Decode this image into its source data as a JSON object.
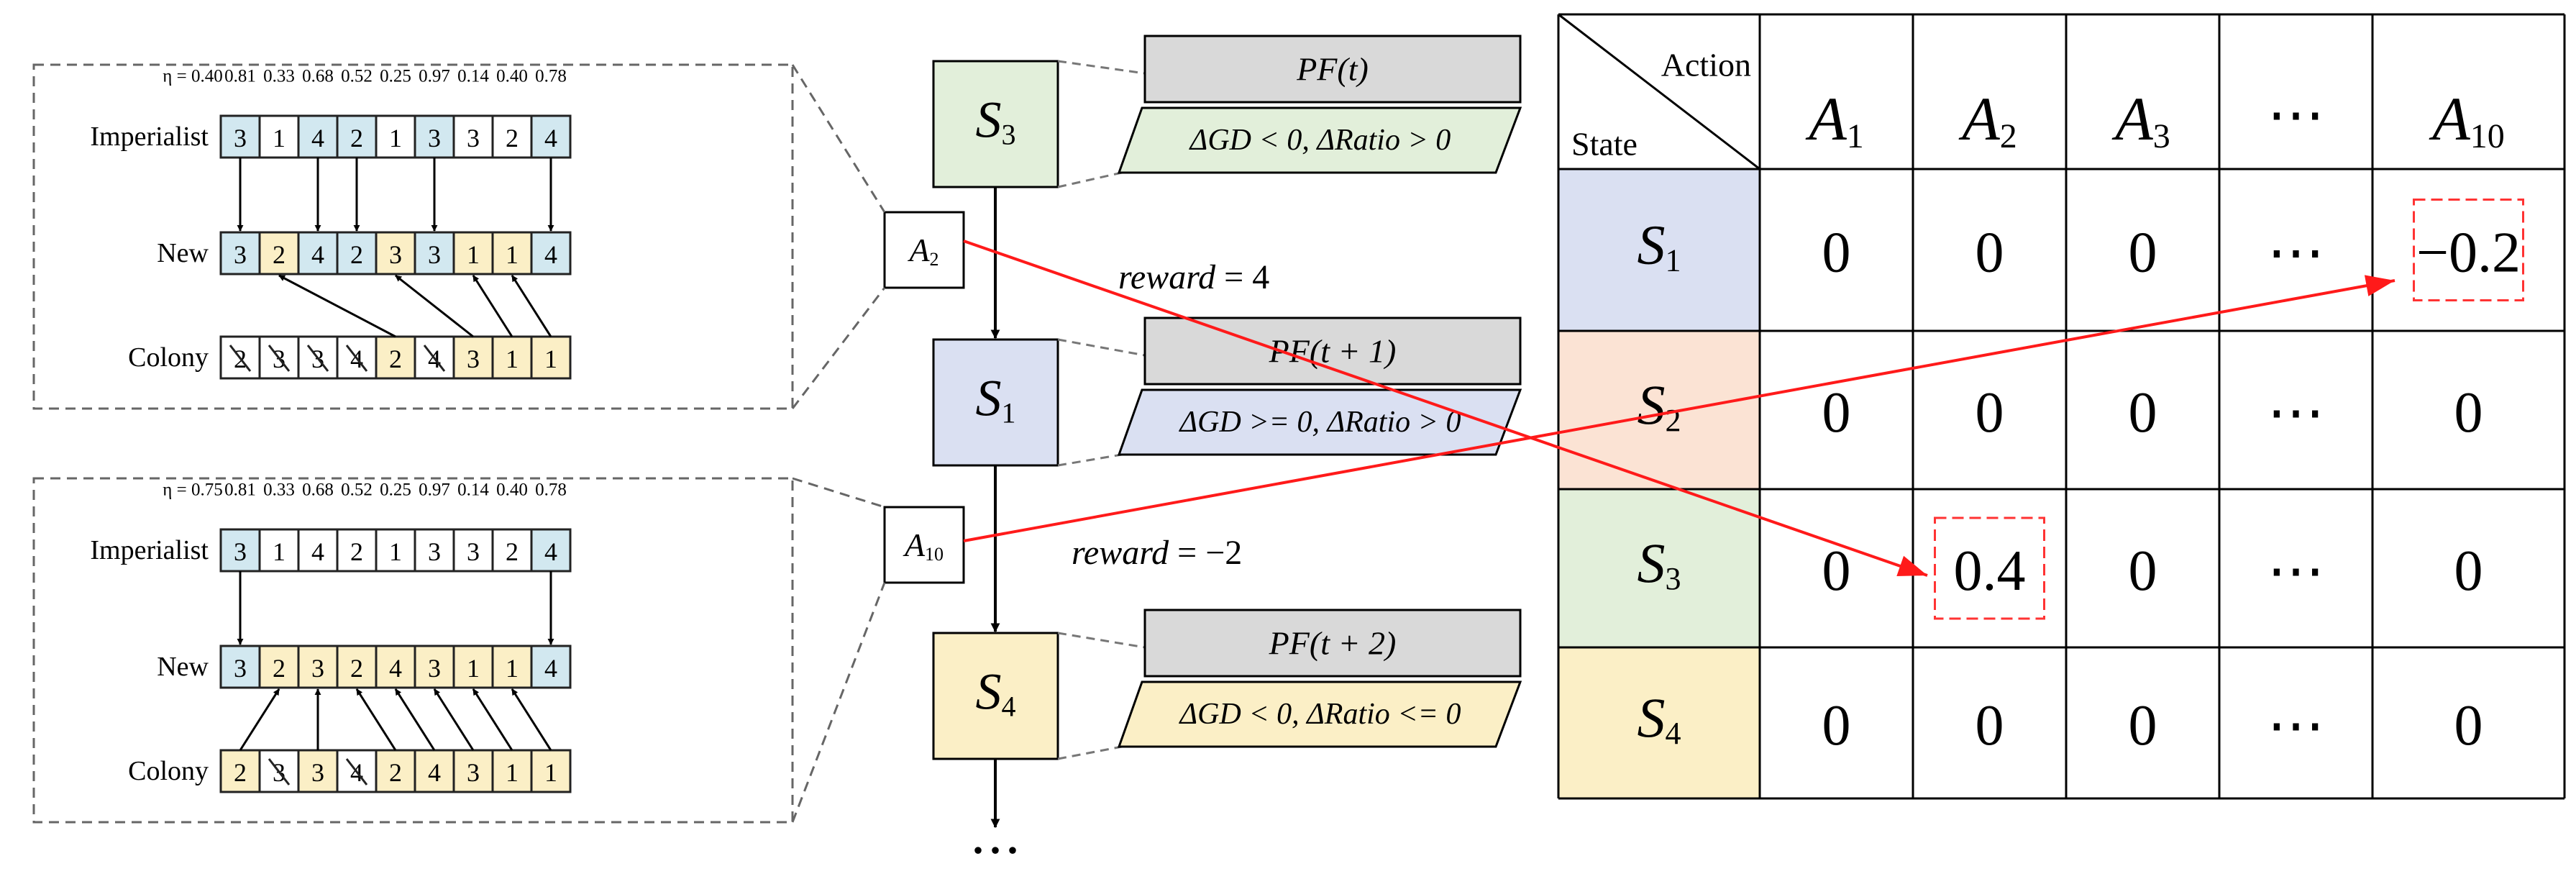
{
  "colors": {
    "blue": "#d2e8f0",
    "yellow": "#fbefc6",
    "green": "#e2efda",
    "lavender": "#dae0f2",
    "peach": "#fbe3d4",
    "gray": "#d9d9d9",
    "arrow_red": "#ff1a1a",
    "dash_red": "#ff3333"
  },
  "chromosomes": {
    "row_labels": {
      "imperialist": "Imperialist",
      "new": "New",
      "colony": "Colony"
    },
    "cases": [
      {
        "eta": "η = 0.40",
        "probs": [
          "0.81",
          "0.33",
          "0.68",
          "0.52",
          "0.25",
          "0.97",
          "0.14",
          "0.40",
          "0.78"
        ],
        "imperialist": [
          {
            "v": "3",
            "c": "blue"
          },
          {
            "v": "1",
            "c": "white"
          },
          {
            "v": "4",
            "c": "blue"
          },
          {
            "v": "2",
            "c": "blue"
          },
          {
            "v": "1",
            "c": "white"
          },
          {
            "v": "3",
            "c": "blue"
          },
          {
            "v": "3",
            "c": "white"
          },
          {
            "v": "2",
            "c": "white"
          },
          {
            "v": "4",
            "c": "blue"
          }
        ],
        "new": [
          {
            "v": "3",
            "c": "blue"
          },
          {
            "v": "2",
            "c": "yellow"
          },
          {
            "v": "4",
            "c": "blue"
          },
          {
            "v": "2",
            "c": "blue"
          },
          {
            "v": "3",
            "c": "yellow"
          },
          {
            "v": "3",
            "c": "blue"
          },
          {
            "v": "1",
            "c": "yellow"
          },
          {
            "v": "1",
            "c": "yellow"
          },
          {
            "v": "4",
            "c": "blue"
          }
        ],
        "colony": [
          {
            "v": "2",
            "c": "white",
            "x": true
          },
          {
            "v": "3",
            "c": "white",
            "x": true
          },
          {
            "v": "3",
            "c": "white",
            "x": true
          },
          {
            "v": "4",
            "c": "white",
            "x": true
          },
          {
            "v": "2",
            "c": "yellow"
          },
          {
            "v": "4",
            "c": "white",
            "x": true
          },
          {
            "v": "3",
            "c": "yellow"
          },
          {
            "v": "1",
            "c": "yellow"
          },
          {
            "v": "1",
            "c": "yellow"
          }
        ],
        "down_arrows": [
          0,
          2,
          3,
          5,
          8
        ],
        "up_arrows": [
          [
            4,
            1
          ],
          [
            6,
            4
          ],
          [
            7,
            6
          ],
          [
            8,
            7
          ]
        ]
      },
      {
        "eta": "η = 0.75",
        "probs": [
          "0.81",
          "0.33",
          "0.68",
          "0.52",
          "0.25",
          "0.97",
          "0.14",
          "0.40",
          "0.78"
        ],
        "imperialist": [
          {
            "v": "3",
            "c": "blue"
          },
          {
            "v": "1",
            "c": "white"
          },
          {
            "v": "4",
            "c": "white"
          },
          {
            "v": "2",
            "c": "white"
          },
          {
            "v": "1",
            "c": "white"
          },
          {
            "v": "3",
            "c": "white"
          },
          {
            "v": "3",
            "c": "white"
          },
          {
            "v": "2",
            "c": "white"
          },
          {
            "v": "4",
            "c": "blue"
          }
        ],
        "new": [
          {
            "v": "3",
            "c": "blue"
          },
          {
            "v": "2",
            "c": "yellow"
          },
          {
            "v": "3",
            "c": "yellow"
          },
          {
            "v": "2",
            "c": "yellow"
          },
          {
            "v": "4",
            "c": "yellow"
          },
          {
            "v": "3",
            "c": "yellow"
          },
          {
            "v": "1",
            "c": "yellow"
          },
          {
            "v": "1",
            "c": "yellow"
          },
          {
            "v": "4",
            "c": "blue"
          }
        ],
        "colony": [
          {
            "v": "2",
            "c": "yellow"
          },
          {
            "v": "3",
            "c": "white",
            "x": true
          },
          {
            "v": "3",
            "c": "yellow"
          },
          {
            "v": "4",
            "c": "white",
            "x": true
          },
          {
            "v": "2",
            "c": "yellow"
          },
          {
            "v": "4",
            "c": "yellow"
          },
          {
            "v": "3",
            "c": "yellow"
          },
          {
            "v": "1",
            "c": "yellow"
          },
          {
            "v": "1",
            "c": "yellow"
          }
        ],
        "down_arrows": [
          0,
          8
        ],
        "up_arrows": [
          [
            0,
            1
          ],
          [
            2,
            2
          ],
          [
            4,
            3
          ],
          [
            5,
            4
          ],
          [
            6,
            5
          ],
          [
            7,
            6
          ],
          [
            8,
            7
          ]
        ]
      }
    ]
  },
  "flow": {
    "states": [
      {
        "main": "S",
        "sub": "3",
        "color": "green"
      },
      {
        "main": "S",
        "sub": "1",
        "color": "lavender"
      },
      {
        "main": "S",
        "sub": "4",
        "color": "yellow"
      }
    ],
    "actions": [
      {
        "main": "A",
        "sub": "2"
      },
      {
        "main": "A",
        "sub": "10"
      }
    ],
    "rewards": [
      {
        "label": "reward",
        "eq": " = 4"
      },
      {
        "label": "reward",
        "eq": " = −2"
      }
    ],
    "panels": [
      {
        "pf": "PF(t)",
        "cond": "ΔGD < 0, ΔRatio > 0",
        "color": "green"
      },
      {
        "pf": "PF(t + 1)",
        "cond": "ΔGD >= 0, ΔRatio > 0",
        "color": "lavender"
      },
      {
        "pf": "PF(t + 2)",
        "cond": "ΔGD < 0, ΔRatio <= 0",
        "color": "yellow"
      }
    ],
    "ellipsis": "• • •"
  },
  "qtable": {
    "corner_action": "Action",
    "corner_state": "State",
    "columns": [
      {
        "main": "A",
        "sub": "1"
      },
      {
        "main": "A",
        "sub": "2"
      },
      {
        "main": "A",
        "sub": "3"
      },
      {
        "main": "⋯",
        "sub": ""
      },
      {
        "main": "A",
        "sub": "10"
      }
    ],
    "rows": [
      {
        "state_main": "S",
        "state_sub": "1",
        "color": "lavender",
        "values": [
          "0",
          "0",
          "0",
          "⋯",
          "−0.2"
        ]
      },
      {
        "state_main": "S",
        "state_sub": "2",
        "color": "peach",
        "values": [
          "0",
          "0",
          "0",
          "⋯",
          "0"
        ]
      },
      {
        "state_main": "S",
        "state_sub": "3",
        "color": "green",
        "values": [
          "0",
          "0.4",
          "0",
          "⋯",
          "0"
        ]
      },
      {
        "state_main": "S",
        "state_sub": "4",
        "color": "yellow",
        "values": [
          "0",
          "0",
          "0",
          "⋯",
          "0"
        ]
      }
    ],
    "highlights": [
      {
        "row": 0,
        "col": 4
      },
      {
        "row": 2,
        "col": 1
      }
    ]
  }
}
